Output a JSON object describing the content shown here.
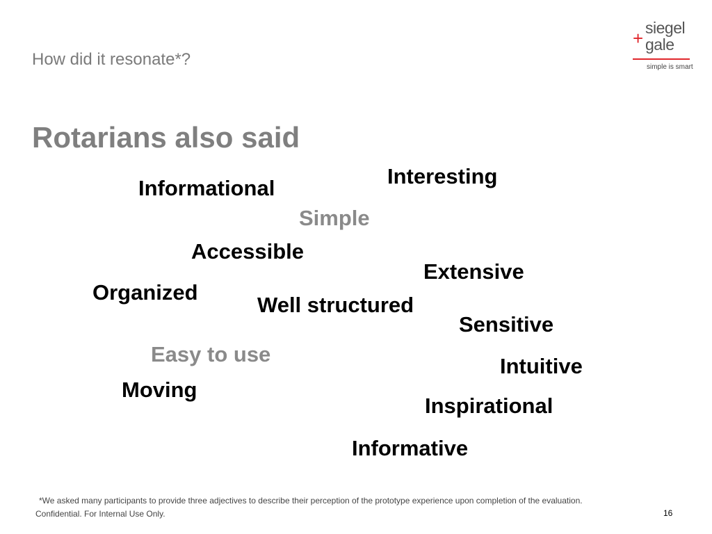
{
  "slide": {
    "section_title": "How did it resonate*?",
    "heading": "Rotarians also said",
    "footnote": "*We asked many participants to provide three adjectives to describe their perception of the prototype experience upon completion of the evaluation.",
    "confidential": "Confidential. For Internal Use Only.",
    "page_number": "16"
  },
  "logo": {
    "plus": "+",
    "word1": "siegel",
    "word2": "gale",
    "tagline": "simple is smart",
    "accent_color": "#e0262b"
  },
  "words": {
    "interesting": "Interesting",
    "informational": "Informational",
    "simple": "Simple",
    "accessible": "Accessible",
    "extensive": "Extensive",
    "organized": "Organized",
    "well_structured": "Well structured",
    "sensitive": "Sensitive",
    "easy_to_use": "Easy to use",
    "intuitive": "Intuitive",
    "moving": "Moving",
    "inspirational": "Inspirational",
    "informative": "Informative"
  },
  "colors": {
    "highlight_word": "#000000",
    "muted_word": "#8a8a8a",
    "heading": "#7f7f7f"
  }
}
